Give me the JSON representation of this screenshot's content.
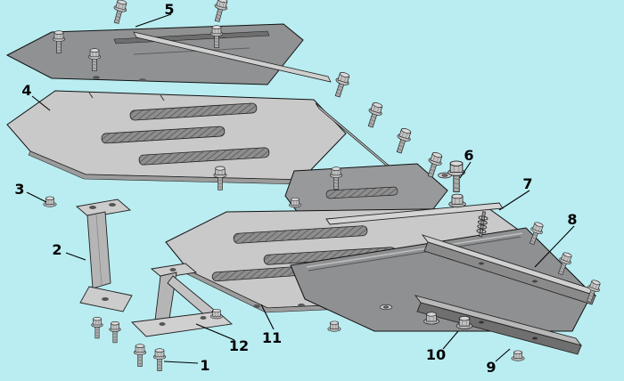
{
  "diagram": {
    "type": "exploded-parts-diagram",
    "background_color": "#b9edf1",
    "colors": {
      "plate_light": "#c9c9c9",
      "plate_dark": "#8f9193",
      "slot_fill": "#8e8e8e",
      "hardware": "#c2c2c2",
      "outline": "#111111"
    },
    "callouts": [
      {
        "label": "1"
      },
      {
        "label": "2"
      },
      {
        "label": "3"
      },
      {
        "label": "4"
      },
      {
        "label": "5"
      },
      {
        "label": "6"
      },
      {
        "label": "7"
      },
      {
        "label": "8"
      },
      {
        "label": "9"
      },
      {
        "label": "10"
      },
      {
        "label": "11"
      },
      {
        "label": "12"
      }
    ]
  }
}
